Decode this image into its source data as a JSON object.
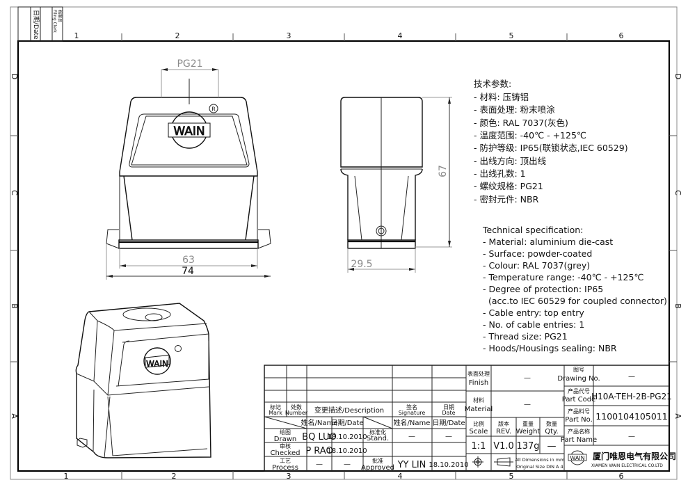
{
  "header_strip": {
    "date_label": "日期/Date",
    "filing_clerk_cn": "档案员",
    "filing_clerk_en": "Filing Clerk"
  },
  "zones": {
    "columns": [
      "1",
      "2",
      "3",
      "4",
      "5",
      "6"
    ],
    "rows": [
      "D",
      "C",
      "B",
      "A"
    ]
  },
  "front_view": {
    "thread_dim": "PG21",
    "inner_width": "63",
    "overall_width": "74",
    "logo_text": "WAIN",
    "registered_mark": "R"
  },
  "side_view": {
    "height": "67",
    "base_depth": "29.5"
  },
  "spec_cn": {
    "title": "技术参数:",
    "items": [
      "- 材料: 压铸铝",
      "- 表面处理: 粉末喷涂",
      "- 颜色: RAL 7037(灰色)",
      "- 温度范围: -40℃ - +125℃",
      "- 防护等级: IP65(联锁状态,IEC 60529)",
      "- 出线方向: 顶出线",
      "- 出线孔数: 1",
      "- 螺纹规格: PG21",
      "- 密封元件: NBR"
    ]
  },
  "spec_en": {
    "title": "Technical specification:",
    "items": [
      "- Material: aluminium die-cast",
      "- Surface: powder-coated",
      "- Colour: RAL 7037(grey)",
      "- Temperature range: -40℃ - +125℃",
      "- Degree of protection: IP65",
      "  (acc.to IEC 60529 for coupled connector)",
      "- Cable entry: top entry",
      "- No. of cable entries: 1",
      "- Thread size: PG21",
      "- Hoods/Housings sealing: NBR"
    ]
  },
  "revision_table": {
    "mark_cn": "标记",
    "mark_en": "Mark",
    "number_cn": "处数",
    "number_en": "Number",
    "description": "变更描述/Description",
    "signature_cn": "签名",
    "signature_en": "Signature",
    "date_cn": "日期",
    "date_en": "Date",
    "name_col": "姓名/Name",
    "date_col": "日期/Date",
    "drawn_cn": "绘图",
    "drawn_en": "Drawn",
    "drawn_name": "BQ LUO",
    "drawn_date": "18.10.2010",
    "stand_cn": "标准化",
    "stand_en": "Stand.",
    "stand_name": "—",
    "stand_date": "—",
    "checked_cn": "审核",
    "checked_en": "Checked",
    "checked_name": "P RAO",
    "checked_date": "18.10.2010",
    "process_cn": "工艺",
    "process_en": "Process",
    "process_name": "—",
    "process_date": "—",
    "approved_cn": "批准",
    "approved_en": "Approved",
    "approved_name": "YY LIN",
    "approved_date": "18.10.2010"
  },
  "title_block": {
    "finish_cn": "表面处理",
    "finish_en": "Finish",
    "finish_value": "—",
    "material_cn": "材料",
    "material_en": "Material",
    "material_value": "—",
    "scale_cn": "比例",
    "scale_en": "Scale",
    "scale_value": "1:1",
    "rev_cn": "版本",
    "rev_en": "REV.",
    "rev_value": "V1.0",
    "weight_cn": "重量",
    "weight_en": "Weight",
    "weight_value": "137g",
    "qty_cn": "数量",
    "qty_en": "Qty.",
    "qty_value": "—",
    "dims_note1": "All Dimensions in mm",
    "dims_note2": "Original Size DIN A 4",
    "drawing_no_cn": "图号",
    "drawing_no_en": "Drawing No.",
    "drawing_no_value": "—",
    "part_code_cn": "产品代号",
    "part_code_en": "Part Code",
    "part_code_value": "H10A-TEH-2B-PG21",
    "part_no_cn": "产品料号",
    "part_no_en": "Part No.",
    "part_no_value": "1100104105011",
    "part_name_cn": "产品名称",
    "part_name_en": "Part Name",
    "part_name_value": "—",
    "company_cn": "厦门唯恩电气有限公司",
    "company_en": "XIAMEN WAIN ELECTRICAL CO.LTD",
    "logo_text": "WAIN"
  }
}
